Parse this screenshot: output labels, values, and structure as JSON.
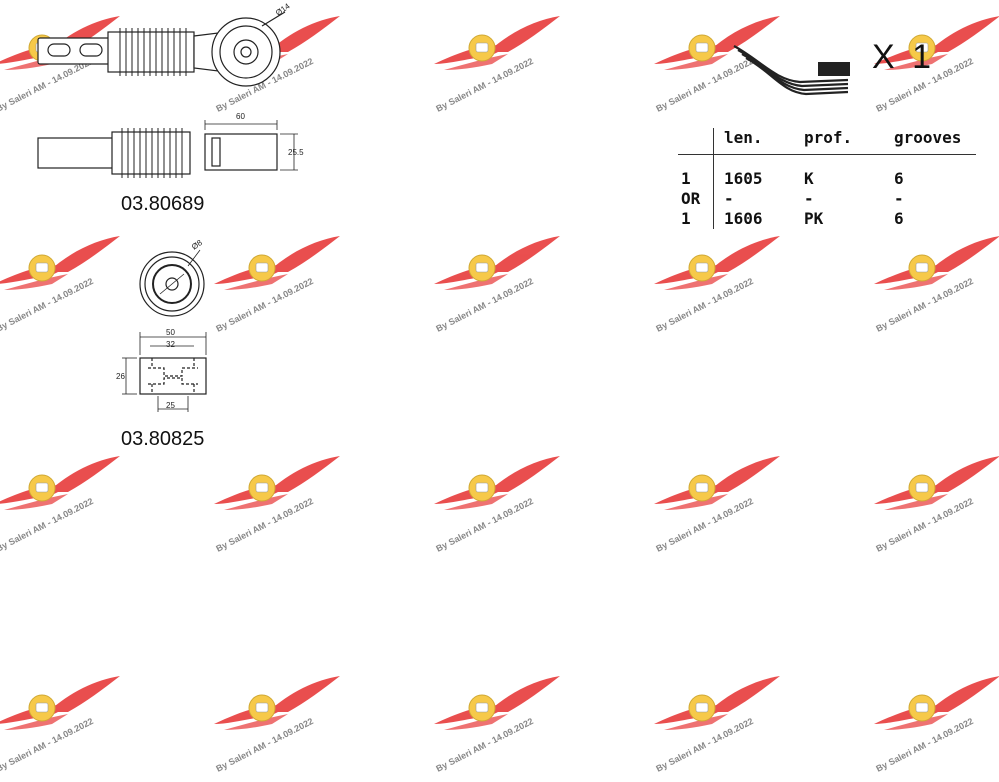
{
  "watermark": {
    "text": "By Saleri AM - 14.09.2022",
    "color": "#e63030"
  },
  "parts": [
    {
      "code": "03.80689",
      "diagram": "tensioner",
      "dimensions": [
        "Ø14",
        "60",
        "25.5"
      ]
    },
    {
      "code": "03.80825",
      "diagram": "idler-pulley",
      "dimensions": [
        "Ø8",
        "50",
        "32",
        "26",
        "25"
      ]
    }
  ],
  "belt": {
    "quantity": "X 1"
  },
  "spec_table": {
    "headers": [
      "",
      "len.",
      "prof.",
      "grooves"
    ],
    "rows": [
      [
        "1",
        "1605",
        "K",
        "6"
      ],
      [
        "OR",
        "-",
        "-",
        "-"
      ],
      [
        "1",
        "1606",
        "PK",
        "6"
      ]
    ]
  }
}
